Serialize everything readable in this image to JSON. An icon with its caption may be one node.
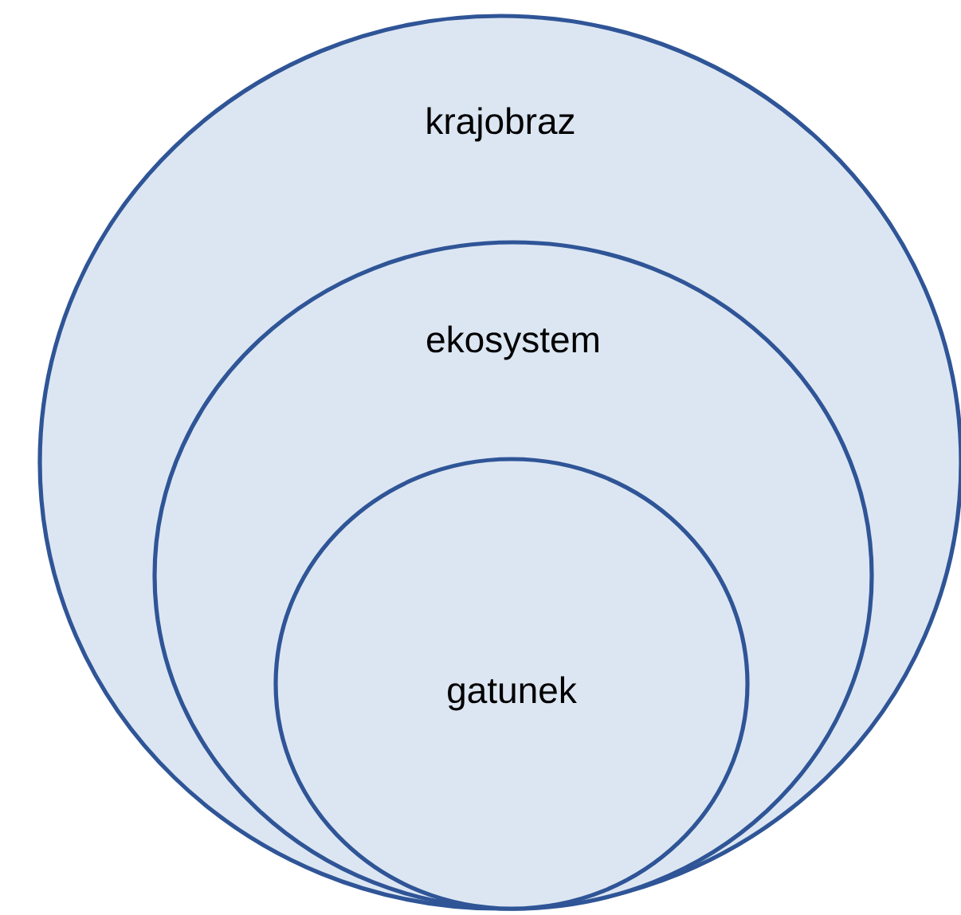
{
  "diagram": {
    "nodes": [
      {
        "text": [
          "krajobraz"
        ]
      },
      {
        "text": [
          "ekosystem"
        ],
        "in": 0
      },
      {
        "text": [
          "gatunek"
        ],
        "in": 1
      }
    ]
  }
}
